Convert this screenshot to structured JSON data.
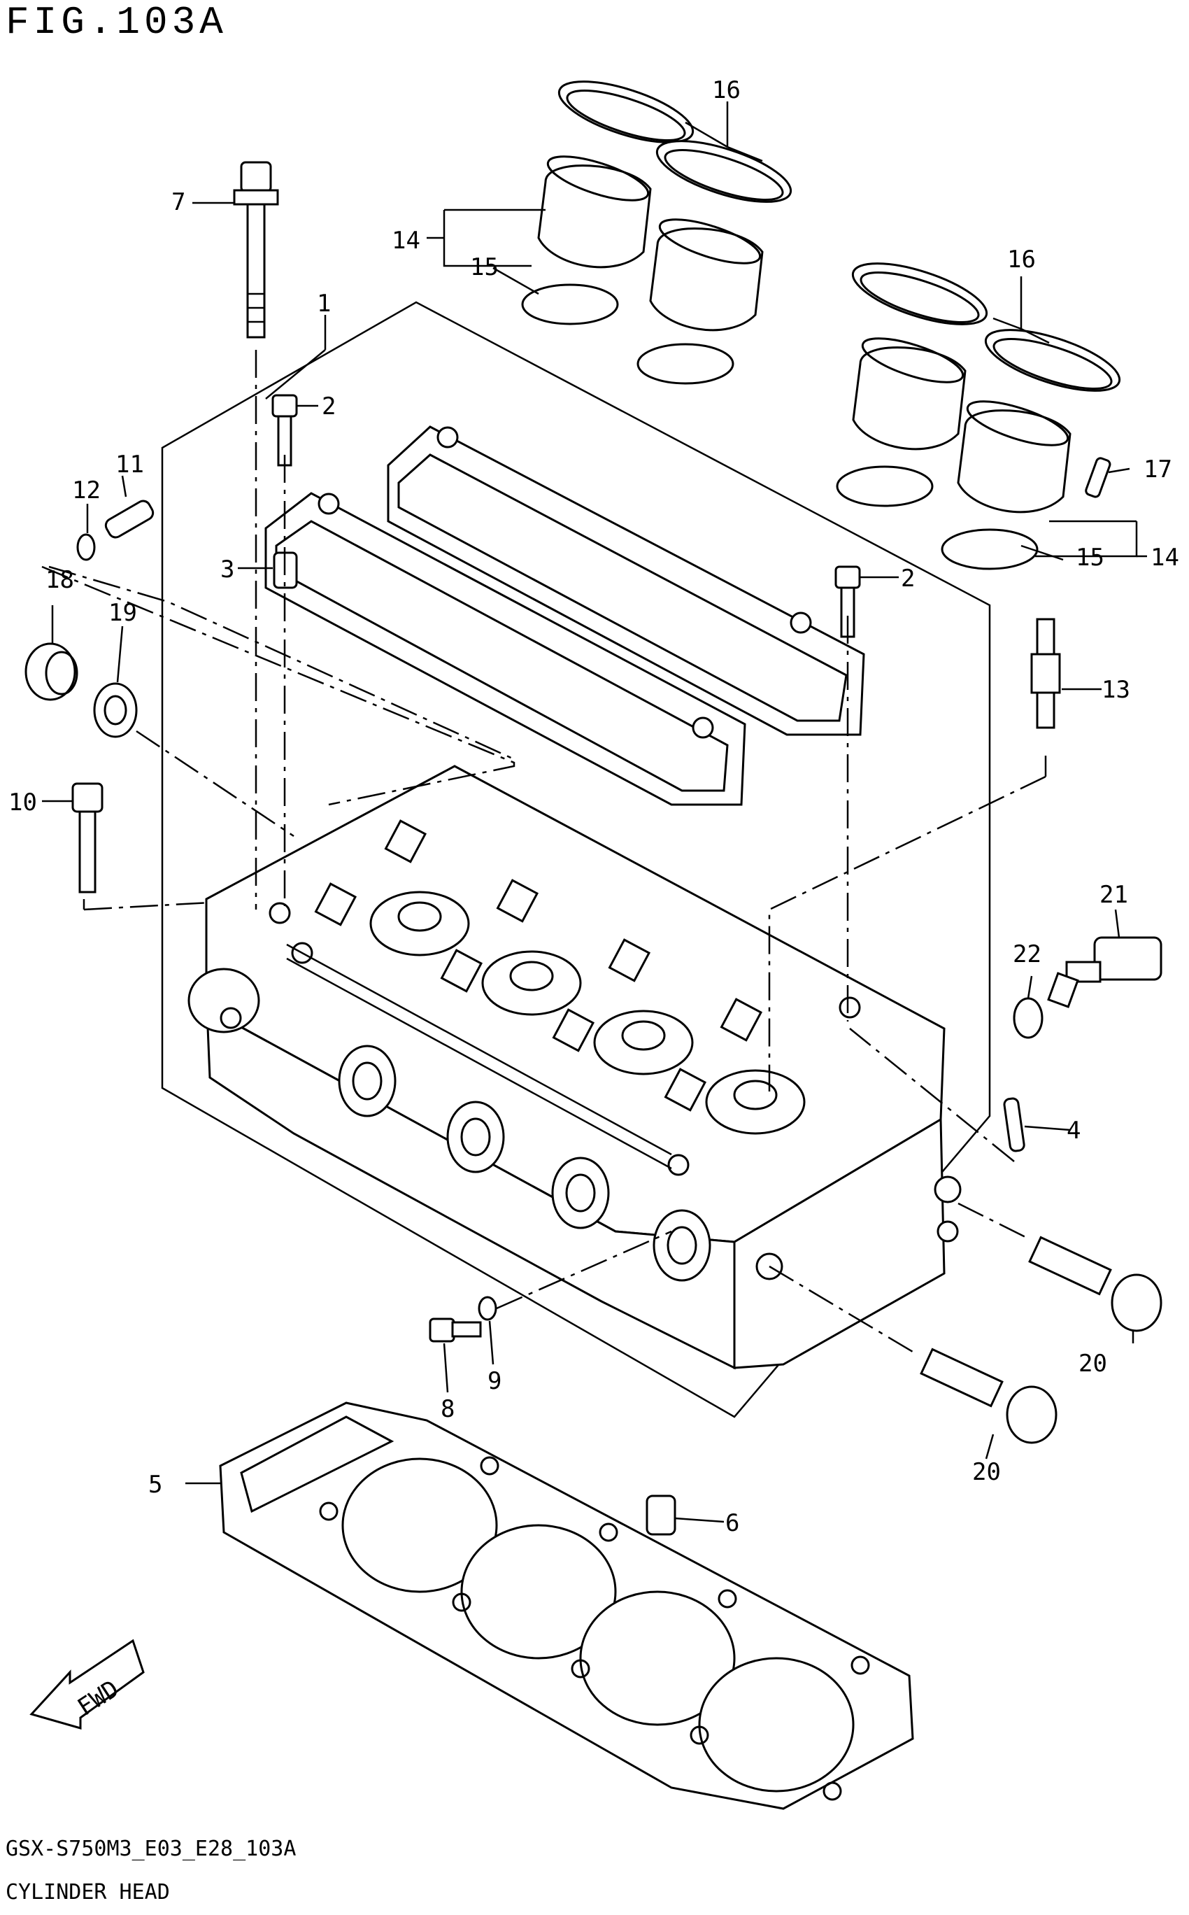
{
  "figure": {
    "title": "FIG.103A"
  },
  "footer": {
    "code": "GSX-S750M3_E03_E28_103A",
    "name": "CYLINDER HEAD"
  },
  "callouts": [
    "1",
    "2",
    "2",
    "3",
    "4",
    "5",
    "6",
    "7",
    "8",
    "9",
    "10",
    "11",
    "12",
    "13",
    "14",
    "14",
    "15",
    "15",
    "16",
    "16",
    "17",
    "18",
    "19",
    "20",
    "20",
    "21",
    "22"
  ],
  "fwd_label": "FWD"
}
